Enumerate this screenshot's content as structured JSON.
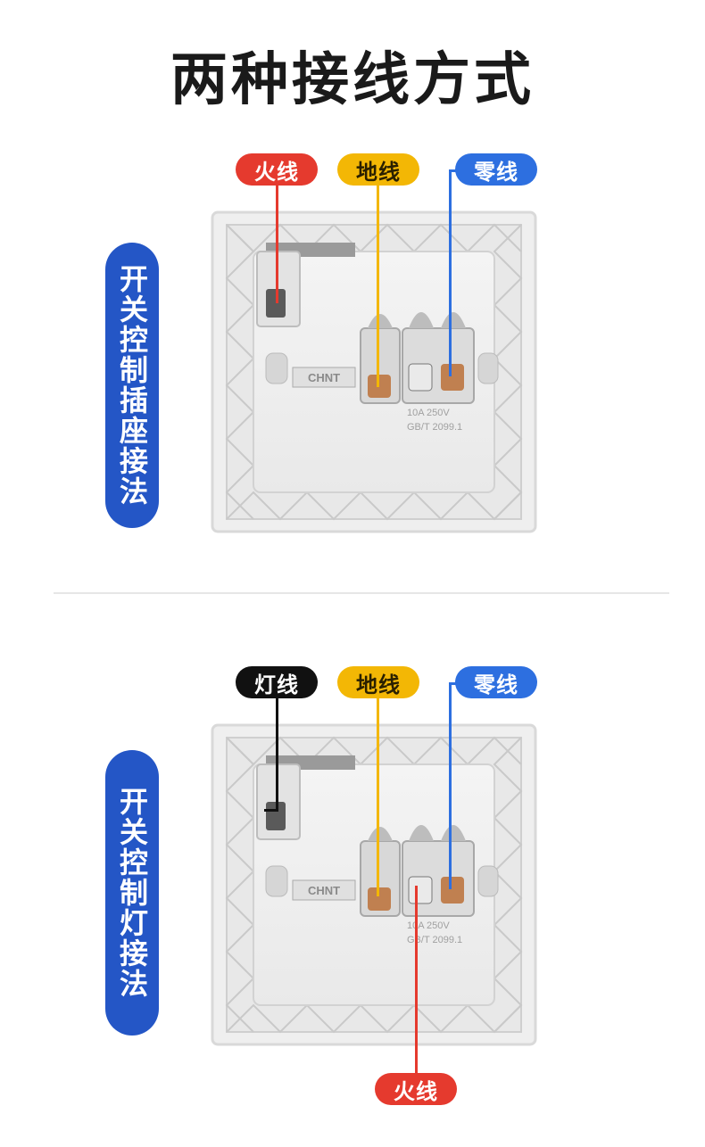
{
  "title": "两种接线方式",
  "sections": [
    {
      "side_label": "开关控制插座接法",
      "wires": {
        "live": "火线",
        "ground": "地线",
        "neutral": "零线"
      }
    },
    {
      "side_label": "开关控制灯接法",
      "wires": {
        "lamp": "灯线",
        "ground": "地线",
        "neutral": "零线",
        "live": "火线"
      }
    }
  ],
  "socket_markings": {
    "brand": "CHNT",
    "rating": "10A 250V",
    "standard": "GB/T 2099.1"
  },
  "colors": {
    "accent_blue": "#2456c6",
    "live_red": "#e53a2e",
    "ground_yellow": "#f3b705",
    "neutral_blue": "#2d6fe0",
    "lamp_black": "#111111"
  }
}
